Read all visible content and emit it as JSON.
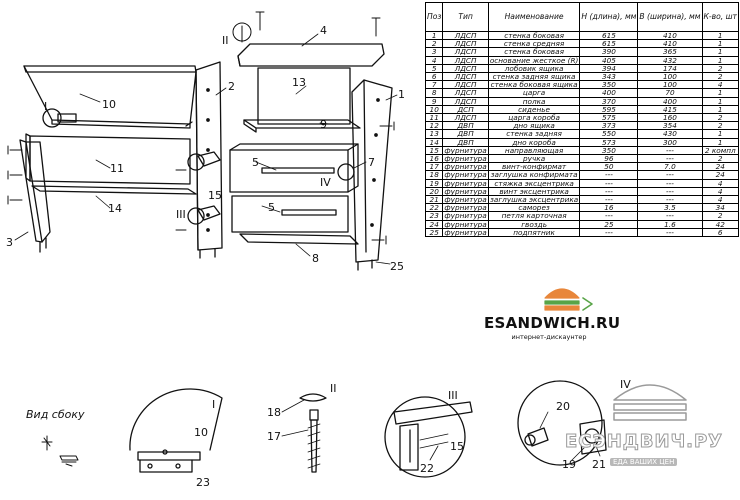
{
  "table": {
    "headers": [
      "Поз",
      "Тип",
      "Наименование",
      "Н (длина), мм",
      "В (ширина), мм",
      "К-во, шт"
    ],
    "rows": [
      [
        "1",
        "ЛДСП",
        "стенка боковая",
        "615",
        "410",
        "1"
      ],
      [
        "2",
        "ЛДСП",
        "стенка средняя",
        "615",
        "410",
        "1"
      ],
      [
        "3",
        "ЛДСП",
        "стенка боковая",
        "390",
        "365",
        "1"
      ],
      [
        "4",
        "ЛДСП",
        "основание жесткое (R)",
        "405",
        "432",
        "1"
      ],
      [
        "5",
        "ЛДСП",
        "лобовик ящика",
        "394",
        "174",
        "2"
      ],
      [
        "6",
        "ЛДСП",
        "стенка задняя ящика",
        "343",
        "100",
        "2"
      ],
      [
        "7",
        "ЛДСП",
        "стенка боковая ящика",
        "350",
        "100",
        "4"
      ],
      [
        "8",
        "ЛДСП",
        "царга",
        "400",
        "70",
        "1"
      ],
      [
        "9",
        "ЛДСП",
        "полка",
        "370",
        "400",
        "1"
      ],
      [
        "10",
        "ДСП",
        "сиденье",
        "595",
        "415",
        "1"
      ],
      [
        "11",
        "ЛДСП",
        "царга короба",
        "575",
        "160",
        "2"
      ],
      [
        "12",
        "ДВП",
        "дно ящика",
        "373",
        "354",
        "2"
      ],
      [
        "13",
        "ДВП",
        "стенка задняя",
        "550",
        "430",
        "1"
      ],
      [
        "14",
        "ДВП",
        "дно короба",
        "573",
        "300",
        "1"
      ],
      [
        "15",
        "фурнитура",
        "направляющая",
        "350",
        "---",
        "2 компл"
      ],
      [
        "16",
        "фурнитура",
        "ручка",
        "96",
        "---",
        "2"
      ],
      [
        "17",
        "фурнитура",
        "винт-конфирмат",
        "50",
        "7.0",
        "24"
      ],
      [
        "18",
        "фурнитура",
        "заглушка конфирмата",
        "---",
        "---",
        "24"
      ],
      [
        "19",
        "фурнитура",
        "стяжка эксцентрика",
        "---",
        "---",
        "4"
      ],
      [
        "20",
        "фурнитура",
        "винт эксцентрика",
        "---",
        "---",
        "4"
      ],
      [
        "21",
        "фурнитура",
        "заглушка эксцентрика",
        "---",
        "---",
        "4"
      ],
      [
        "22",
        "фурнитура",
        "саморез",
        "16",
        "3.5",
        "34"
      ],
      [
        "23",
        "фурнитура",
        "петля карточная",
        "---",
        "---",
        "2"
      ],
      [
        "24",
        "фурнитура",
        "гвоздь",
        "25",
        "1.6",
        "42"
      ],
      [
        "25",
        "фурнитура",
        "подпятник",
        "---",
        "---",
        "6"
      ]
    ]
  },
  "logo": {
    "brand": "ESANDWICH.RU",
    "tagline": "интернет-дискаунтер"
  },
  "watermark": {
    "text": "ЕСЭНДВИЧ.РУ",
    "sub": "ЕДА ВАШИХ ЦЕН"
  },
  "captions": {
    "side_view": "Вид сбоку"
  },
  "views": {
    "I": "I",
    "II": "II",
    "III": "III",
    "IV": "IV"
  },
  "labels": {
    "p1": "1",
    "p2": "2",
    "p3": "3",
    "p4": "4",
    "p5a": "5",
    "p5b": "5",
    "p7": "7",
    "p8": "8",
    "p9": "9",
    "p10": "10",
    "p11": "11",
    "p13": "13",
    "p14": "14",
    "p15": "15",
    "p25": "25",
    "d10": "10",
    "d23": "23",
    "d18": "18",
    "d17": "17",
    "d22": "22",
    "d15": "15",
    "d20": "20",
    "d19": "19",
    "d21": "21"
  },
  "colors": {
    "line": "#111111",
    "panel": "#ffffff",
    "logo_orange": "#e8863a",
    "logo_green": "#58a447"
  }
}
